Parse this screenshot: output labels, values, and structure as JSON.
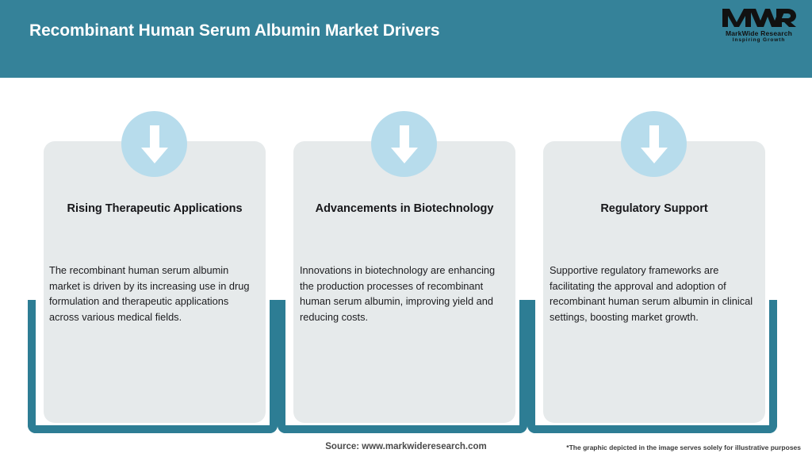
{
  "header": {
    "title": "Recombinant Human Serum Albumin Market Drivers",
    "bar_color": "#358299",
    "title_color": "#ffffff"
  },
  "logo": {
    "mark": "MWR",
    "name": "MarkWide Research",
    "tagline": "Inspiring Growth"
  },
  "theme": {
    "teal": "#2d7d94",
    "header_teal": "#358299",
    "card_gray": "#e6eaeb",
    "circle_blue": "#b7dcec",
    "arrow_white": "#ffffff"
  },
  "cards": [
    {
      "icon": "arrow-down-icon",
      "title": "Rising Therapeutic Applications",
      "body": "The recombinant human serum albumin market is driven by its increasing use in drug formulation and therapeutic applications across various medical fields."
    },
    {
      "icon": "arrow-down-icon",
      "title": "Advancements in Biotechnology",
      "body": "Innovations in biotechnology are enhancing the production processes of recombinant human serum albumin, improving yield and reducing costs."
    },
    {
      "icon": "arrow-down-icon",
      "title": "Regulatory Support",
      "body": "Supportive regulatory frameworks are facilitating the approval and adoption of recombinant human serum albumin in clinical settings, boosting market growth."
    }
  ],
  "footer": {
    "source": "Source: www.markwideresearch.com",
    "disclaimer": "*The graphic depicted in the image serves solely for illustrative purposes"
  }
}
